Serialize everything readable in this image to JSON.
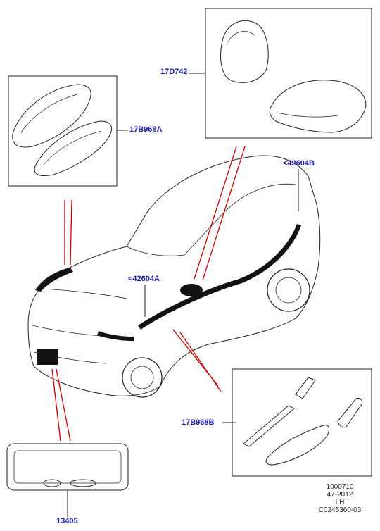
{
  "callouts": {
    "mirror_cover": "17D742",
    "hood_vent": "17B968A",
    "stripe_rear": "<42604B",
    "stripe_front": "<42604A",
    "side_vent": "17B968B",
    "plate_frame": "13405"
  },
  "illustration_info": {
    "line1": "1000710",
    "line2": "47-2012",
    "line3": "LH",
    "line4": "C0245360-03"
  },
  "colors": {
    "callout_text": "#1a1aa8",
    "leader_line": "#cc0000",
    "outline": "#222222"
  }
}
